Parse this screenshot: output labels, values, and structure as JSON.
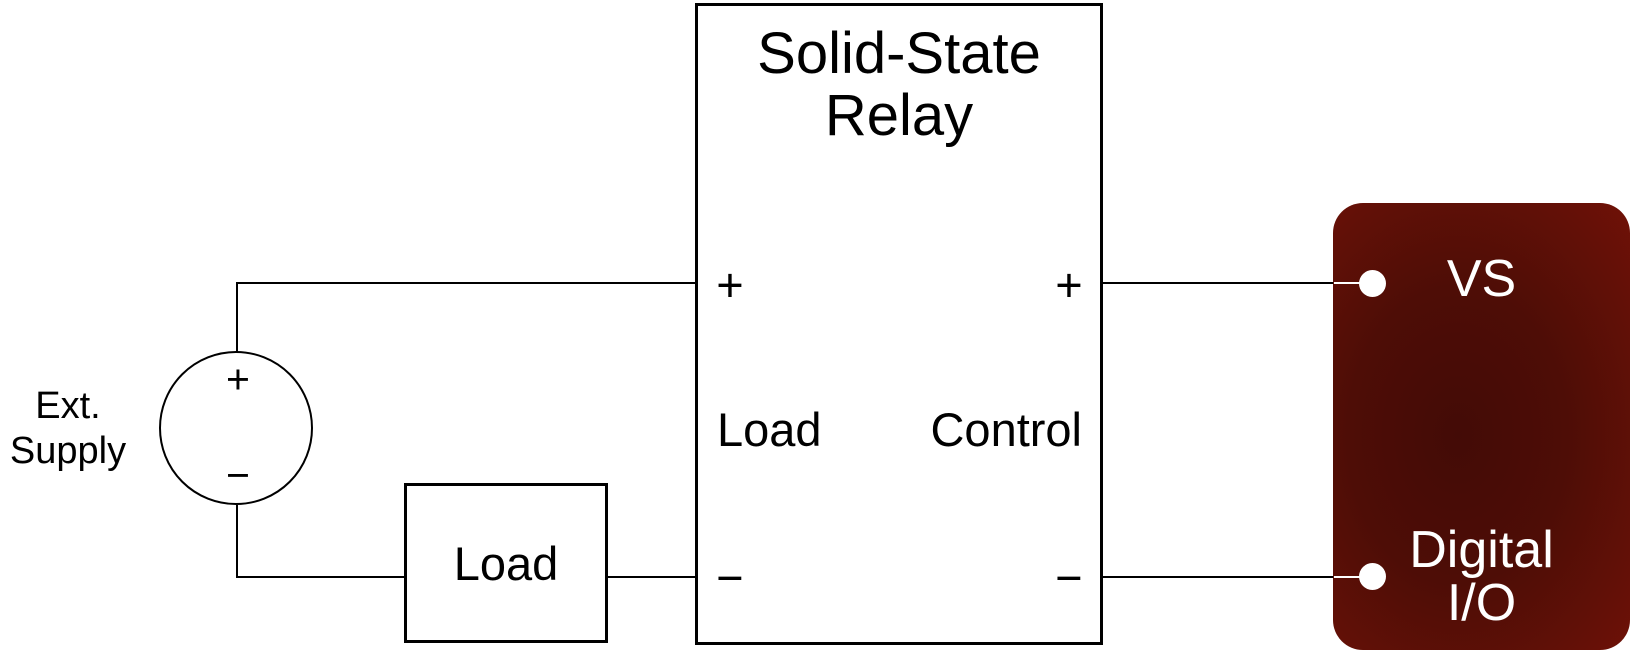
{
  "diagram": {
    "ext_supply": {
      "line1": "Ext.",
      "line2": "Supply"
    },
    "source": {
      "plus": "+",
      "minus": "−"
    },
    "load_box": {
      "label": "Load"
    },
    "relay": {
      "title_line1": "Solid-State",
      "title_line2": "Relay",
      "load_plus": "+",
      "load_label": "Load",
      "load_minus": "−",
      "control_plus": "+",
      "control_label": "Control",
      "control_minus": "−"
    },
    "device": {
      "vs_label": "VS",
      "dio_line1": "Digital",
      "dio_line2": "I/O"
    },
    "colors": {
      "wire": "#000000",
      "box_border": "#000000",
      "box_fill": "#ffffff",
      "device_dark": "#430b06",
      "device_mid": "#5a0d05",
      "device_bright": "#701107",
      "device_text": "#ffffff",
      "terminal_dot": "#ffffff"
    }
  }
}
